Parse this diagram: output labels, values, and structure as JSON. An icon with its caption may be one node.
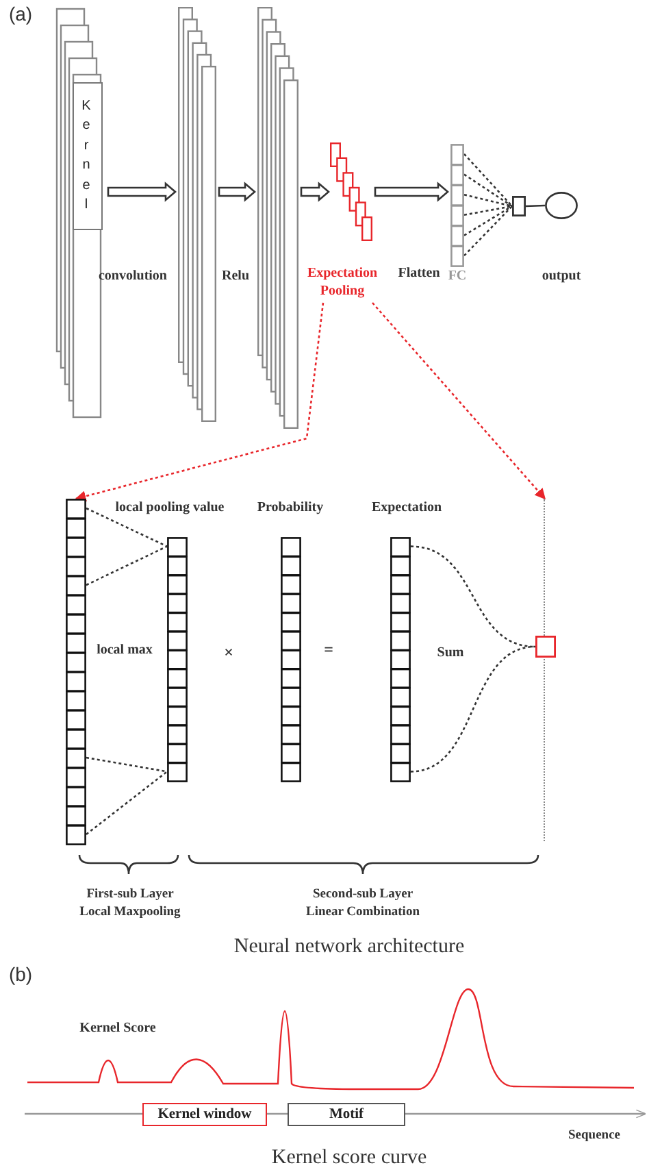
{
  "diagram": {
    "nodes": [
      {
        "text": [
          "Kernel"
        ]
      },
      {
        "text": [],
        "shape": "box"
      },
      {
        "text": [],
        "shape": "box"
      },
      {
        "text": [],
        "shape": "box"
      },
      {
        "text": [
          "Expectation Pooling"
        ]
      },
      {
        "text": [],
        "shape": "bar",
        "beside": [
          "FC"
        ]
      },
      {
        "text": [],
        "shape": "box"
      },
      {
        "text": [],
        "shape": "circle",
        "beside": [
          "output"
        ]
      },
      {
        "text": [],
        "shape": "bar"
      },
      {
        "text": [],
        "shape": "bar",
        "beside": [
          "local pooling value"
        ]
      },
      {
        "text": [],
        "shape": "bar",
        "beside": [
          "Probability"
        ]
      },
      {
        "text": [],
        "shape": "bar",
        "beside": [
          "Expectation"
        ]
      },
      {
        "text": [],
        "shape": "bar"
      },
      {
        "text": [],
        "shape": "box"
      },
      {
        "text": [
          "Kernel window"
        ]
      },
      {
        "text": [
          "Motif"
        ]
      }
    ],
    "edges": [
      {
        "from": 0,
        "to": 1,
        "arrow": "to",
        "style": "thick"
      },
      {
        "from": 1,
        "to": 2,
        "arrow": "to",
        "style": "thick"
      },
      {
        "from": 2,
        "to": 3,
        "arrow": "to",
        "style": "thick"
      },
      {
        "from": 3,
        "to": 5,
        "arrow": "to",
        "style": "thick"
      },
      {
        "from": 5,
        "to": 6,
        "arrow": "none",
        "style": "dashed"
      },
      {
        "from": 6,
        "to": 7,
        "arrow": "none"
      },
      {
        "from": 4,
        "to": 8,
        "arrow": "to",
        "style": "dashed",
        "color": "#e8262b"
      },
      {
        "from": 4,
        "to": 12,
        "arrow": "to",
        "style": "dashed",
        "color": "#e8262b"
      },
      {
        "from": 8,
        "to": 9,
        "arrow": "none",
        "style": "dashed"
      },
      {
        "from": 8,
        "to": 9,
        "arrow": "none",
        "style": "dashed"
      },
      {
        "from": 11,
        "to": 13,
        "arrow": "none",
        "style": "dashed"
      },
      {
        "from": 11,
        "to": 13,
        "arrow": "none",
        "style": "dashed"
      }
    ],
    "labels": [
      "(a)",
      "convolution",
      "Relu",
      "Flatten",
      "local max",
      "×",
      "=",
      "Sum",
      "First-sub Layer Local Maxpooling",
      "Second-sub Layer Linear Combination",
      "Neural network architecture",
      "(b)",
      "Kernel Score",
      "Sequence",
      "Kernel score curve"
    ]
  }
}
